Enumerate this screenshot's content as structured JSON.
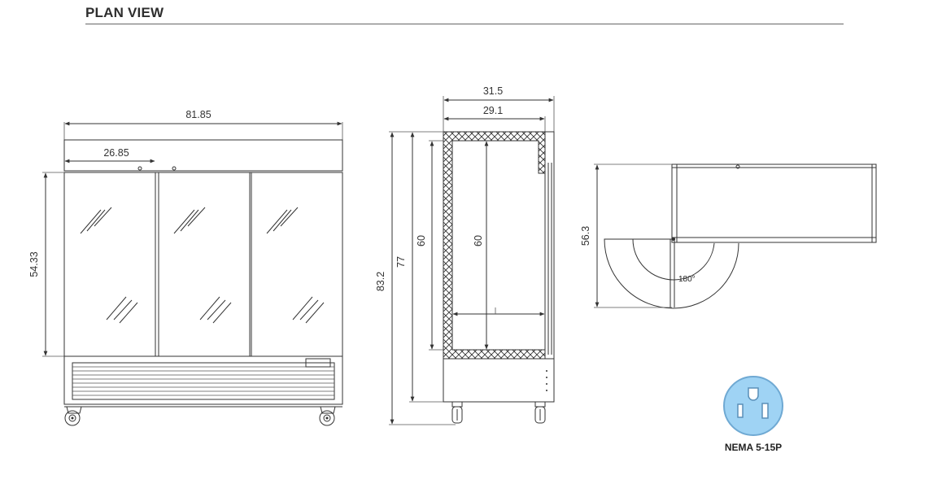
{
  "title": "PLAN VIEW",
  "front_view": {
    "overall_width": "81.85",
    "door_width": "26.85",
    "door_height": "54.33"
  },
  "side_view": {
    "overall_depth": "31.5",
    "interior_depth": "29.1",
    "overall_height": "83.2",
    "cabinet_height": "77",
    "interior_height_left": "60",
    "interior_height_center": "60"
  },
  "top_view": {
    "door_swing_depth": "56.3",
    "door_swing_angle": "180°"
  },
  "plug": {
    "label": "NEMA 5-15P",
    "fill_color": "#9fd3f4",
    "stroke_color": "#6fa9d3"
  }
}
